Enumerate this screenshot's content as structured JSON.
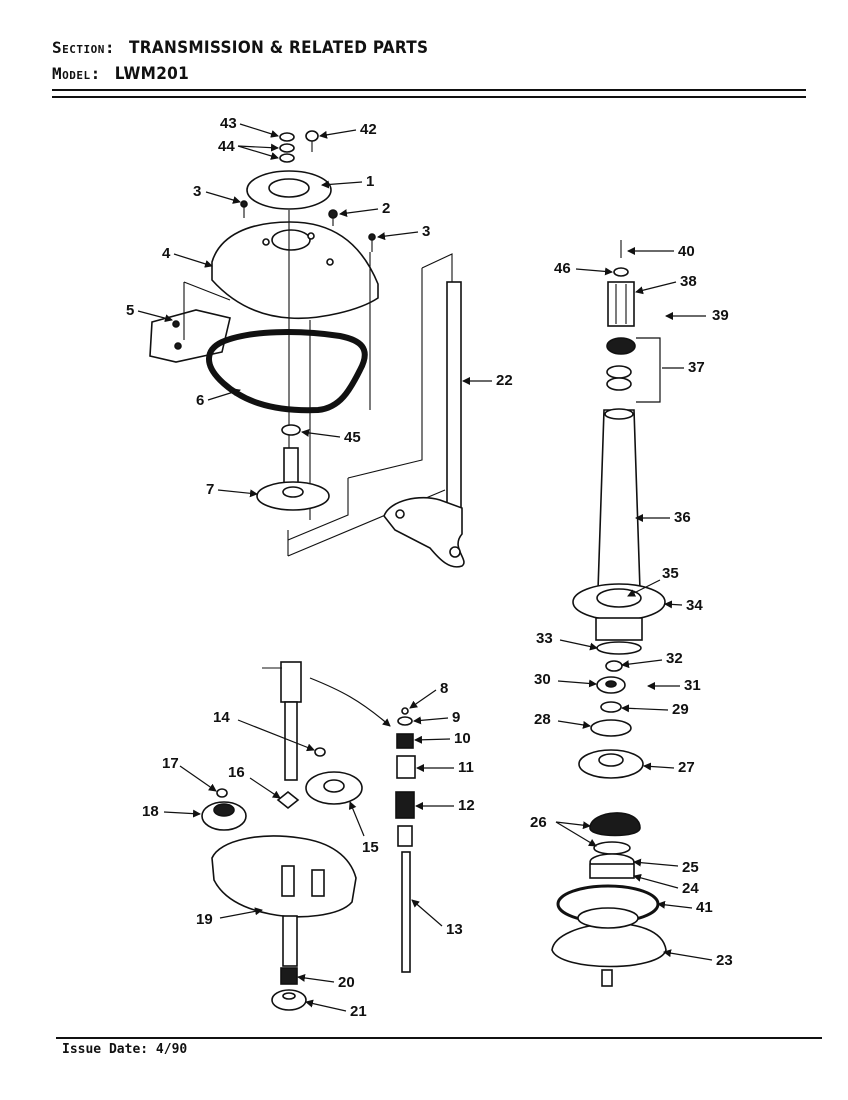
{
  "header": {
    "section_label": "Section:",
    "section_value": "TRANSMISSION & RELATED PARTS",
    "model_label": "Model:",
    "model_value": "LWM201"
  },
  "footer": {
    "issue_date": "Issue Date: 4/90"
  },
  "callouts": {
    "p1": "1",
    "p2": "2",
    "p3a": "3",
    "p3b": "3",
    "p4": "4",
    "p5": "5",
    "p6": "6",
    "p7": "7",
    "p8": "8",
    "p9": "9",
    "p10": "10",
    "p11": "11",
    "p12": "12",
    "p13": "13",
    "p14": "14",
    "p15": "15",
    "p16": "16",
    "p17": "17",
    "p18": "18",
    "p19": "19",
    "p20": "20",
    "p21": "21",
    "p22": "22",
    "p23": "23",
    "p24": "24",
    "p25": "25",
    "p26": "26",
    "p27": "27",
    "p28": "28",
    "p29": "29",
    "p30": "30",
    "p31": "31",
    "p32": "32",
    "p33": "33",
    "p34": "34",
    "p35": "35",
    "p36": "36",
    "p37": "37",
    "p38": "38",
    "p39": "39",
    "p40": "40",
    "p41": "41",
    "p42": "42",
    "p43": "43",
    "p44": "44",
    "p45": "45",
    "p46": "46"
  }
}
